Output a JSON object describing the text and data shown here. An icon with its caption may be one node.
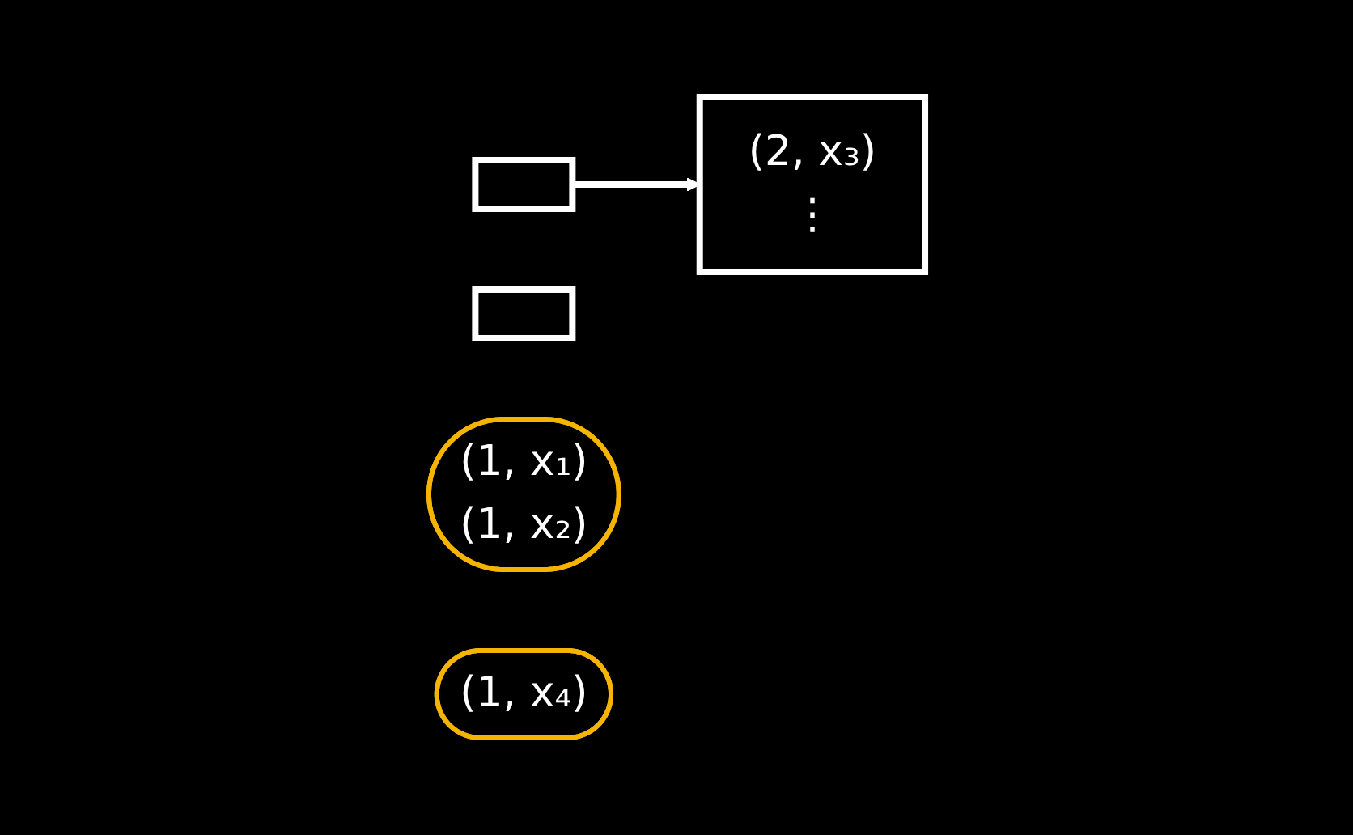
{
  "diagram": {
    "nodes": [
      {
        "text": [],
        "shape": "box"
      },
      {
        "text": [],
        "shape": "box"
      },
      {
        "text": [
          "(2, x₃)",
          "⋮"
        ]
      },
      {
        "text": [
          "(1, x₁)",
          "(1, x₂)"
        ]
      },
      {
        "text": [
          "(1, x₄)"
        ]
      }
    ],
    "edges": [
      {
        "from": 0,
        "to": 2,
        "arrow": "to"
      }
    ]
  }
}
